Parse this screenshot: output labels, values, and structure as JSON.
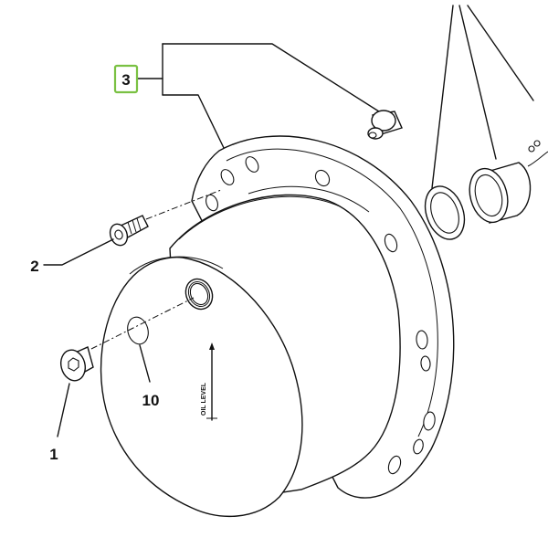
{
  "callouts": {
    "item_3": "3",
    "item_2": "2",
    "item_1": "1",
    "item_10": "10"
  },
  "housing_marking": "OIL LEVEL",
  "colors": {
    "highlight_border": "#7ac143",
    "line": "#111111",
    "background": "#ffffff"
  }
}
